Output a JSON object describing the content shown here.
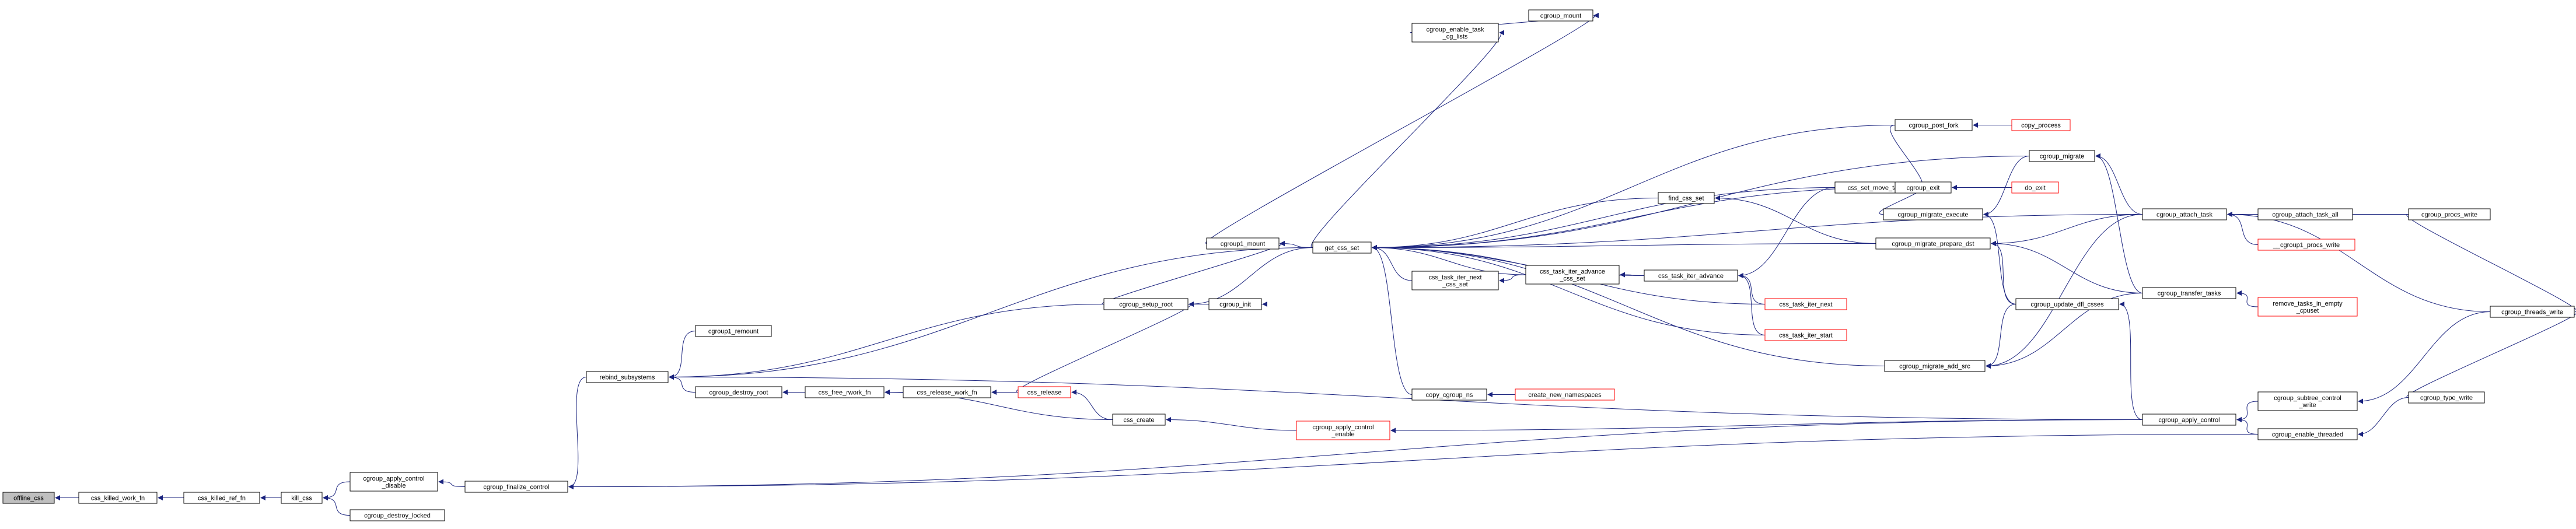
{
  "graph": {
    "nodes": [
      {
        "id": "offline_css",
        "label": "offline_css",
        "highlight": true
      },
      {
        "id": "css_killed_work_fn",
        "label": "css_killed_work_fn"
      },
      {
        "id": "css_killed_ref_fn",
        "label": "css_killed_ref_fn"
      },
      {
        "id": "kill_css",
        "label": "kill_css"
      },
      {
        "id": "cgroup_apply_control_disable",
        "label": "cgroup_apply_control\n_disable"
      },
      {
        "id": "cgroup_destroy_locked",
        "label": "cgroup_destroy_locked"
      },
      {
        "id": "cgroup_finalize_control",
        "label": "cgroup_finalize_control"
      },
      {
        "id": "rebind_subsystems",
        "label": "rebind_subsystems"
      },
      {
        "id": "cgroup1_remount",
        "label": "cgroup1_remount"
      },
      {
        "id": "cgroup_destroy_root",
        "label": "cgroup_destroy_root"
      },
      {
        "id": "css_free_rwork_fn",
        "label": "css_free_rwork_fn"
      },
      {
        "id": "css_release_work_fn",
        "label": "css_release_work_fn"
      },
      {
        "id": "css_release",
        "label": "css_release",
        "truncated": true
      },
      {
        "id": "css_create",
        "label": "css_create"
      },
      {
        "id": "cgroup_setup_root",
        "label": "cgroup_setup_root"
      },
      {
        "id": "cgroup_init",
        "label": "cgroup_init"
      },
      {
        "id": "cgroup1_mount",
        "label": "cgroup1_mount"
      },
      {
        "id": "get_css_set",
        "label": "get_css_set"
      },
      {
        "id": "cgroup_enable_task_cg_lists",
        "label": "cgroup_enable_task\n_cg_lists"
      },
      {
        "id": "cgroup_mount",
        "label": "cgroup_mount"
      },
      {
        "id": "css_task_iter_next_css_set",
        "label": "css_task_iter_next\n_css_set"
      },
      {
        "id": "css_task_iter_advance_css_set",
        "label": "css_task_iter_advance\n_css_set"
      },
      {
        "id": "css_task_iter_advance",
        "label": "css_task_iter_advance"
      },
      {
        "id": "copy_cgroup_ns",
        "label": "copy_cgroup_ns"
      },
      {
        "id": "create_new_namespaces",
        "label": "create_new_namespaces",
        "truncated": true
      },
      {
        "id": "cgroup_apply_control_enable",
        "label": "cgroup_apply_control\n_enable",
        "truncated": true
      },
      {
        "id": "find_css_set",
        "label": "find_css_set"
      },
      {
        "id": "css_set_move_task",
        "label": "css_set_move_task"
      },
      {
        "id": "cgroup_post_fork",
        "label": "cgroup_post_fork"
      },
      {
        "id": "copy_process",
        "label": "copy_process",
        "truncated": true
      },
      {
        "id": "cgroup_exit",
        "label": "cgroup_exit"
      },
      {
        "id": "do_exit",
        "label": "do_exit",
        "truncated": true
      },
      {
        "id": "cgroup_migrate",
        "label": "cgroup_migrate"
      },
      {
        "id": "cgroup_migrate_execute",
        "label": "cgroup_migrate_execute"
      },
      {
        "id": "cgroup_migrate_prepare_dst",
        "label": "cgroup_migrate_prepare_dst"
      },
      {
        "id": "css_task_iter_next",
        "label": "css_task_iter_next",
        "truncated": true
      },
      {
        "id": "css_task_iter_start",
        "label": "css_task_iter_start",
        "truncated": true
      },
      {
        "id": "cgroup_update_dfl_csses",
        "label": "cgroup_update_dfl_csses"
      },
      {
        "id": "cgroup_migrate_add_src",
        "label": "cgroup_migrate_add_src"
      },
      {
        "id": "cgroup_apply_control",
        "label": "cgroup_apply_control"
      },
      {
        "id": "cgroup_attach_task",
        "label": "cgroup_attach_task"
      },
      {
        "id": "cgroup_transfer_tasks",
        "label": "cgroup_transfer_tasks"
      },
      {
        "id": "cgroup_attach_task_all",
        "label": "cgroup_attach_task_all"
      },
      {
        "id": "__cgroup1_procs_write",
        "label": "__cgroup1_procs_write",
        "truncated": true
      },
      {
        "id": "remove_tasks_in_empty_cpuset",
        "label": "remove_tasks_in_empty\n_cpuset",
        "truncated": true
      },
      {
        "id": "cgroup_subtree_control_write",
        "label": "cgroup_subtree_control\n_write"
      },
      {
        "id": "cgroup_enable_threaded",
        "label": "cgroup_enable_threaded"
      },
      {
        "id": "cgroup_procs_write",
        "label": "cgroup_procs_write"
      },
      {
        "id": "cgroup_type_write",
        "label": "cgroup_type_write"
      },
      {
        "id": "cgroup_threads_write",
        "label": "cgroup_threads_write"
      }
    ],
    "edges": [
      [
        "css_killed_work_fn",
        "offline_css"
      ],
      [
        "css_killed_ref_fn",
        "css_killed_work_fn"
      ],
      [
        "kill_css",
        "css_killed_ref_fn"
      ],
      [
        "cgroup_apply_control_disable",
        "kill_css"
      ],
      [
        "cgroup_destroy_locked",
        "kill_css"
      ],
      [
        "cgroup_finalize_control",
        "cgroup_apply_control_disable"
      ],
      [
        "rebind_subsystems",
        "cgroup_finalize_control"
      ],
      [
        "cgroup_apply_control",
        "cgroup_finalize_control"
      ],
      [
        "cgroup_enable_threaded",
        "cgroup_finalize_control"
      ],
      [
        "cgroup_setup_root",
        "rebind_subsystems"
      ],
      [
        "cgroup1_remount",
        "rebind_subsystems"
      ],
      [
        "cgroup_destroy_root",
        "rebind_subsystems"
      ],
      [
        "get_css_set",
        "rebind_subsystems"
      ],
      [
        "cgroup_apply_control",
        "rebind_subsystems"
      ],
      [
        "css_free_rwork_fn",
        "cgroup_destroy_root"
      ],
      [
        "css_release_work_fn",
        "css_free_rwork_fn"
      ],
      [
        "css_create",
        "css_free_rwork_fn"
      ],
      [
        "css_release",
        "css_release_work_fn"
      ],
      [
        "css_create",
        "css_release"
      ],
      [
        "css_release",
        "cgroup_setup_root"
      ],
      [
        "cgroup_apply_control_enable",
        "css_create"
      ],
      [
        "cgroup_apply_control",
        "cgroup_apply_control_enable"
      ],
      [
        "cgroup_setup_root",
        "cgroup_init"
      ],
      [
        "cgroup_setup_root",
        "cgroup1_mount"
      ],
      [
        "get_css_set",
        "cgroup_setup_root"
      ],
      [
        "cgroup1_mount",
        "cgroup_mount"
      ],
      [
        "get_css_set",
        "cgroup1_mount"
      ],
      [
        "cgroup_enable_task_cg_lists",
        "cgroup_mount"
      ],
      [
        "get_css_set",
        "cgroup_enable_task_cg_lists"
      ],
      [
        "css_task_iter_next_css_set",
        "get_css_set"
      ],
      [
        "css_task_iter_advance_css_set",
        "get_css_set"
      ],
      [
        "css_task_iter_advance",
        "get_css_set"
      ],
      [
        "copy_cgroup_ns",
        "get_css_set"
      ],
      [
        "find_css_set",
        "get_css_set"
      ],
      [
        "css_set_move_task",
        "get_css_set"
      ],
      [
        "cgroup_post_fork",
        "get_css_set"
      ],
      [
        "cgroup_exit",
        "get_css_set"
      ],
      [
        "cgroup_migrate",
        "get_css_set"
      ],
      [
        "cgroup_migrate_prepare_dst",
        "get_css_set"
      ],
      [
        "css_task_iter_next",
        "get_css_set"
      ],
      [
        "css_task_iter_start",
        "get_css_set"
      ],
      [
        "cgroup_migrate_add_src",
        "get_css_set"
      ],
      [
        "cgroup_attach_task",
        "get_css_set"
      ],
      [
        "css_task_iter_advance_css_set",
        "css_task_iter_next_css_set"
      ],
      [
        "css_task_iter_advance",
        "css_task_iter_advance_css_set"
      ],
      [
        "css_task_iter_next",
        "css_task_iter_advance"
      ],
      [
        "css_task_iter_start",
        "css_task_iter_advance"
      ],
      [
        "css_set_move_task",
        "css_task_iter_advance"
      ],
      [
        "create_new_namespaces",
        "copy_cgroup_ns"
      ],
      [
        "cgroup_migrate_prepare_dst",
        "find_css_set"
      ],
      [
        "cgroup_post_fork",
        "css_set_move_task"
      ],
      [
        "cgroup_exit",
        "css_set_move_task"
      ],
      [
        "cgroup_migrate_execute",
        "css_set_move_task"
      ],
      [
        "copy_process",
        "cgroup_post_fork"
      ],
      [
        "do_exit",
        "cgroup_exit"
      ],
      [
        "cgroup_migrate",
        "cgroup_migrate_execute"
      ],
      [
        "cgroup_update_dfl_csses",
        "cgroup_migrate_execute"
      ],
      [
        "cgroup_attach_task",
        "cgroup_migrate"
      ],
      [
        "cgroup_transfer_tasks",
        "cgroup_migrate"
      ],
      [
        "cgroup_update_dfl_csses",
        "cgroup_migrate_prepare_dst"
      ],
      [
        "cgroup_attach_task",
        "cgroup_migrate_prepare_dst"
      ],
      [
        "cgroup_transfer_tasks",
        "cgroup_migrate_prepare_dst"
      ],
      [
        "cgroup_update_dfl_csses",
        "cgroup_migrate_add_src"
      ],
      [
        "cgroup_attach_task",
        "cgroup_migrate_add_src"
      ],
      [
        "cgroup_transfer_tasks",
        "cgroup_migrate_add_src"
      ],
      [
        "remove_tasks_in_empty_cpuset",
        "cgroup_transfer_tasks"
      ],
      [
        "cgroup_apply_control",
        "cgroup_update_dfl_csses"
      ],
      [
        "cgroup_subtree_control_write",
        "cgroup_apply_control"
      ],
      [
        "cgroup_enable_threaded",
        "cgroup_apply_control"
      ],
      [
        "cgroup_attach_task_all",
        "cgroup_attach_task"
      ],
      [
        "__cgroup1_procs_write",
        "cgroup_attach_task"
      ],
      [
        "cgroup_procs_write",
        "cgroup_attach_task"
      ],
      [
        "cgroup_threads_write",
        "cgroup_attach_task"
      ],
      [
        "cgroup_procs_write",
        "cgroup_threads_write"
      ],
      [
        "cgroup_threads_write",
        "cgroup_subtree_control_write"
      ],
      [
        "cgroup_type_write",
        "cgroup_enable_threaded"
      ],
      [
        "cgroup_type_write",
        "cgroup_threads_write"
      ]
    ]
  }
}
